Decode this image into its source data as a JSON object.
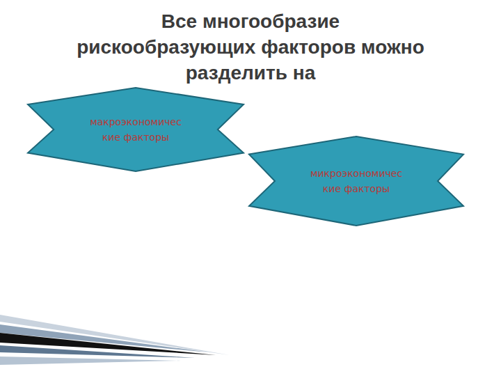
{
  "diagram": {
    "title": "Все многообразие рискообразующих факторов можно разделить на",
    "nodes": [
      {
        "text": [
          "макроэкономичес кие факторы"
        ]
      },
      {
        "text": [
          "микроэкономичес кие факторы"
        ]
      }
    ]
  }
}
